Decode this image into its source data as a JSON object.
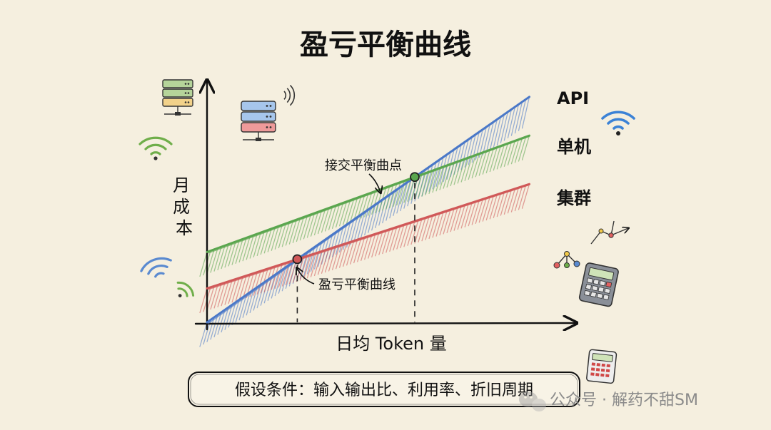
{
  "chart_data": {
    "type": "line",
    "title": "盈亏平衡曲线",
    "xlabel": "日均 Token 量",
    "ylabel": "月成本",
    "xlim": [
      0,
      10
    ],
    "ylim": [
      0,
      10
    ],
    "grid": false,
    "series": [
      {
        "name": "API",
        "color": "#4a78c8",
        "x": [
          0,
          8.6
        ],
        "y": [
          0,
          9.3
        ]
      },
      {
        "name": "单机",
        "color": "#5aa64e",
        "x": [
          0,
          8.6
        ],
        "y": [
          2.9,
          7.7
        ]
      },
      {
        "name": "集群",
        "color": "#d05858",
        "x": [
          0,
          8.6
        ],
        "y": [
          1.4,
          5.7
        ]
      }
    ],
    "annotations": [
      {
        "text": "接交平衡曲点",
        "x": 4.5,
        "y": 4.9,
        "series": "单机"
      },
      {
        "text": "盈亏平衡曲线",
        "x": 2.1,
        "y": 2.3,
        "series": "集群"
      }
    ],
    "note": "假设条件：输入输出比、利用率、折旧周期"
  },
  "watermark": "公众号 · 解药不甜SM",
  "icons": [
    "server-rack-icon",
    "wifi-icon",
    "calculator-icon",
    "network-graph-icon"
  ],
  "colors": {
    "background": "#f5efdf",
    "api": "#4a78c8",
    "single": "#5aa64e",
    "cluster": "#d05858"
  }
}
